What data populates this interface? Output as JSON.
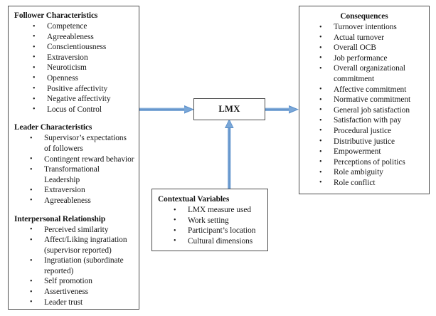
{
  "diagram": {
    "type": "conceptual-model-flow-diagram",
    "background_color": "#ffffff",
    "box_border_color": "#4d4d4d",
    "arrow_color": "#5b8fc9"
  },
  "antecedents": {
    "groups": [
      {
        "title": "Follower Characteristics",
        "items": [
          "Competence",
          "Agreeableness",
          "Conscientiousness",
          "Extraversion",
          "Neuroticism",
          "Openness",
          "Positive affectivity",
          "Negative affectivity",
          "Locus of Control"
        ]
      },
      {
        "title": "Leader Characteristics",
        "items": [
          "Supervisor’s expectations of followers",
          "Contingent reward behavior",
          "Transformational Leadership",
          "Extraversion",
          "Agreeableness"
        ]
      },
      {
        "title": "Interpersonal Relationship",
        "items": [
          "Perceived similarity",
          "Affect/Liking ingratiation (supervisor reported)",
          "Ingratiation (subordinate reported)",
          "Self promotion",
          "Assertiveness",
          "Leader trust"
        ]
      }
    ]
  },
  "mediator": {
    "label": "LMX"
  },
  "contextual": {
    "title": "Contextual Variables",
    "items": [
      "LMX measure used",
      "Work setting",
      "Participant’s location",
      "Cultural dimensions"
    ]
  },
  "consequences": {
    "title": "Consequences",
    "items": [
      "Turnover intentions",
      "Actual turnover",
      "Overall OCB",
      "Job performance",
      "Overall organizational commitment",
      "Affective commitment",
      "Normative commitment",
      "General job satisfaction",
      "Satisfaction with pay",
      "Procedural justice",
      "Distributive justice",
      "Empowerment",
      "Perceptions of politics",
      "Role ambiguity",
      "Role conflict"
    ]
  },
  "connectors": [
    {
      "name": "antecedents-to-lmx",
      "from": "antecedents-box",
      "to": "lmx-box",
      "direction": "right"
    },
    {
      "name": "lmx-to-consequences",
      "from": "lmx-box",
      "to": "consequences-box",
      "direction": "right"
    },
    {
      "name": "contextual-to-lmx",
      "from": "contextual-box",
      "to": "lmx-box",
      "direction": "up"
    }
  ]
}
